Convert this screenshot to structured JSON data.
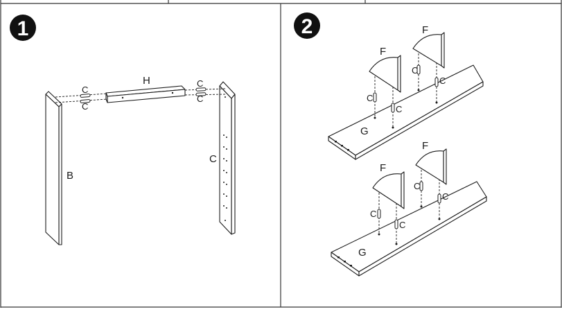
{
  "steps": [
    {
      "number": "1",
      "labels": {
        "top_board": "H",
        "left_panel": "B",
        "right_panel": "C",
        "dowel": "C"
      }
    },
    {
      "number": "2",
      "labels": {
        "bracket": "F",
        "shelf": "G",
        "dowel": "C"
      }
    }
  ],
  "colors": {
    "line": "#1a1a1a",
    "badge": "#111111",
    "fill": "#ffffff",
    "frame": "#333333"
  }
}
